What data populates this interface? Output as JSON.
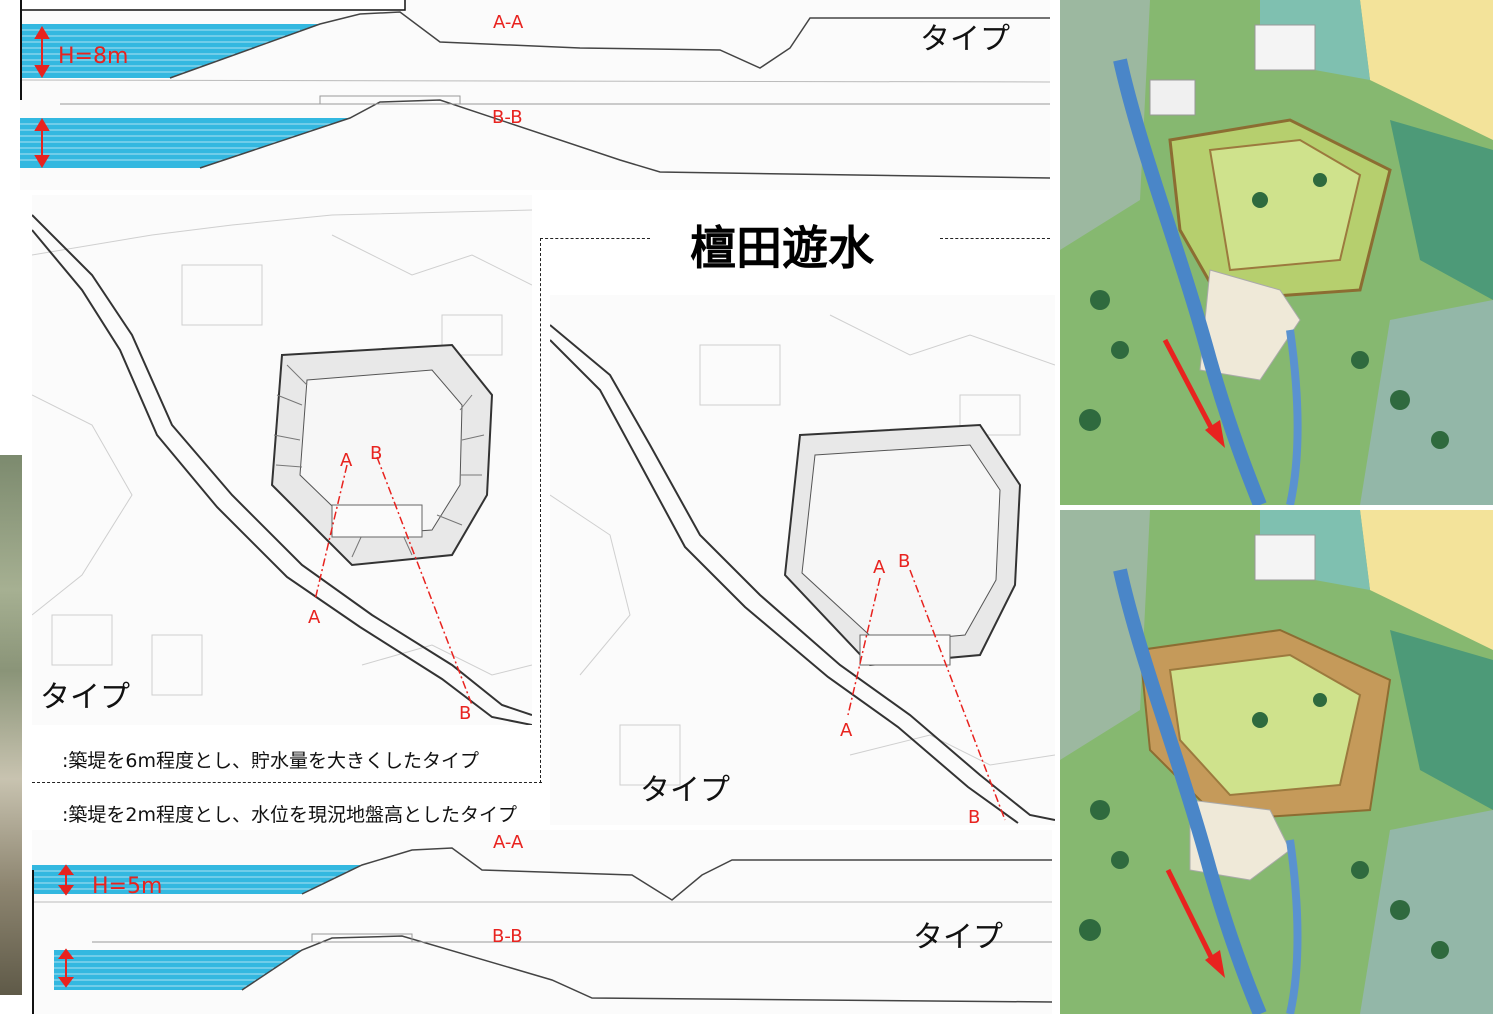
{
  "title": "檀田遊水",
  "upper_section": {
    "aa_label": "A-A",
    "bb_label": "B-B",
    "height_label": "H=8m",
    "type_label": "タイプ"
  },
  "lower_section": {
    "aa_label": "A-A",
    "bb_label": "B-B",
    "height_label": "H=5m",
    "type_label": "タイプ"
  },
  "plan_left": {
    "type_label": "タイプ",
    "markers": [
      "A",
      "B",
      "A",
      "B"
    ]
  },
  "plan_right": {
    "type_label": "タイプ",
    "markers": [
      "A",
      "B",
      "A",
      "B"
    ]
  },
  "notes": [
    ":築堤を6m程度とし、貯水量を大きくしたタイプ",
    ":築堤を2m程度とし、水位を現況地盤高としたタイプ"
  ],
  "colors": {
    "water": "#33b8e0",
    "accent_red": "#e8231f",
    "grass": "#8fbf5a",
    "field": "#c9e08a"
  }
}
